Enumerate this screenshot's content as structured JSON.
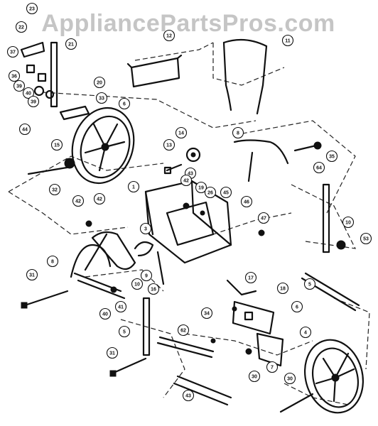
{
  "watermark": "AppliancePartsPros.com",
  "callouts": [
    "23",
    "22",
    "21",
    "37",
    "36",
    "39",
    "40",
    "39",
    "20",
    "33",
    "12",
    "11",
    "6",
    "44",
    "15",
    "14",
    "13",
    "43",
    "8",
    "35",
    "64",
    "42",
    "1",
    "19",
    "26",
    "45",
    "46",
    "47",
    "32",
    "42",
    "42",
    "3",
    "10",
    "53",
    "8",
    "5",
    "31",
    "41",
    "40",
    "9",
    "10",
    "16",
    "17",
    "18",
    "6",
    "34",
    "62",
    "5",
    "4",
    "31",
    "30",
    "7",
    "30",
    "43"
  ]
}
